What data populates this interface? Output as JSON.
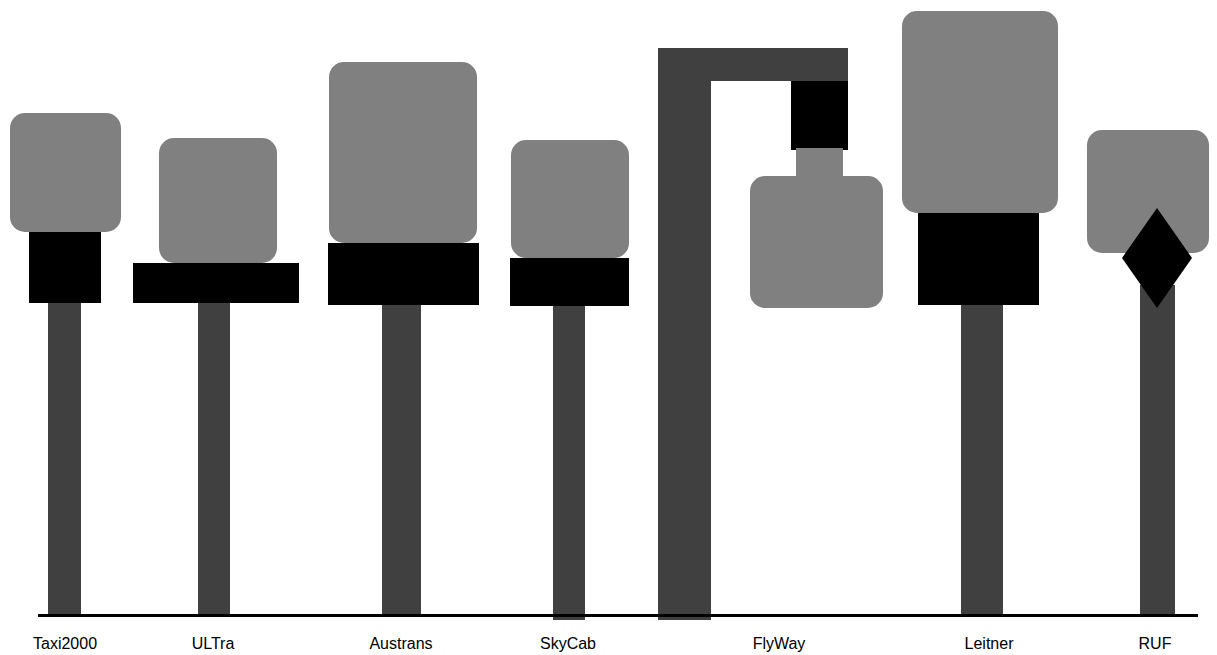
{
  "diagram": {
    "labels": [
      "Taxi2000",
      "ULTra",
      "Austrans",
      "SkyCab",
      "FlyWay",
      "Leitner",
      "RUF"
    ]
  }
}
